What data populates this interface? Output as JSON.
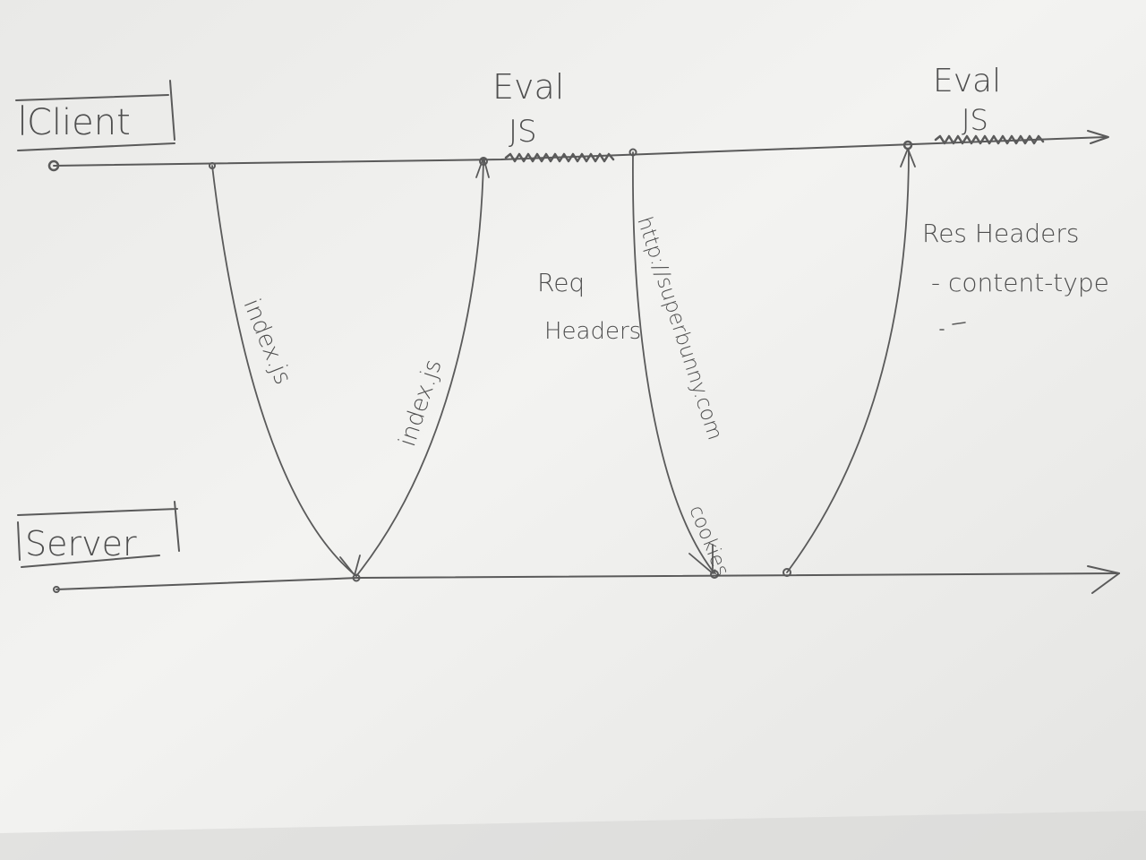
{
  "diagram": {
    "client_label": "Client",
    "server_label": "Server",
    "eval_js_1": {
      "line1": "Eval",
      "line2": "JS"
    },
    "eval_js_2": {
      "line1": "Eval",
      "line2": "JS"
    },
    "request_1_label": "index.js",
    "response_1_label": "index.js",
    "req_headers": {
      "line1": "Req",
      "line2": "Headers"
    },
    "request_2_label": "http://superbunny.com",
    "cookies_label": "cookies",
    "res_headers": {
      "line1": "Res Headers",
      "line2": "- content-type"
    }
  },
  "colors": {
    "paper": "#f1f1ef",
    "ink": "#5a5a5a"
  }
}
